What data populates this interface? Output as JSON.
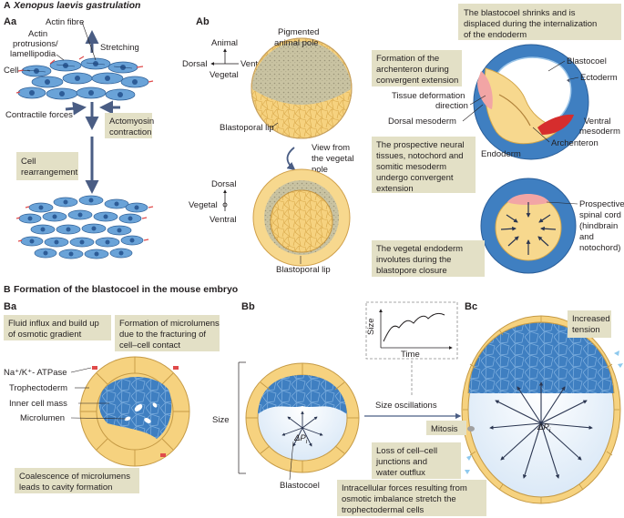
{
  "sectionA": {
    "letter": "A",
    "title": "Xenopus laevis gastrulation"
  },
  "sectionB": {
    "letter": "B",
    "title": "Formation of the blastocoel in the mouse embryo"
  },
  "panels": {
    "Aa": "Aa",
    "Ab": "Ab",
    "Ba": "Ba",
    "Bb": "Bb",
    "Bc": "Bc"
  },
  "Aa": {
    "actin_fibre": "Actin fibre",
    "actin_protrusions_1": "Actin",
    "actin_protrusions_2": "protrusions/",
    "actin_protrusions_3": "lamellipodia",
    "cell": "Cell",
    "stretching": "Stretching",
    "contractile_forces": "Contractile forces",
    "actomyosin_1": "Actomyosin",
    "actomyosin_2": "contraction",
    "cell_rearrangement_1": "Cell",
    "cell_rearrangement_2": "rearrangement"
  },
  "Ab": {
    "animal": "Animal",
    "vegetal": "Vegetal",
    "dorsal": "Dorsal",
    "ventral": "Ventral",
    "pigmented_1": "Pigmented",
    "pigmented_2": "animal pole",
    "blastoporal_lip": "Blastoporal lip",
    "view_1": "View from",
    "view_2": "the vegetal",
    "view_3": "pole",
    "dorsal2": "Dorsal",
    "vegetal2": "Vegetal",
    "ventral2": "Ventral",
    "blastoporal_lip2": "Blastoporal lip"
  },
  "Ab_right": {
    "shrink_1": "The blastocoel shrinks and is",
    "shrink_2": "displaced during the internalization",
    "shrink_3": "of the endoderm",
    "archenteron_box_1": "Formation of the",
    "archenteron_box_2": "archenteron during",
    "archenteron_box_3": "convergent extension",
    "blastocoel": "Blastocoel",
    "ectoderm": "Ectoderm",
    "tissue_def_1": "Tissue deformation",
    "tissue_def_2": "direction",
    "dorsal_mesoderm": "Dorsal mesoderm",
    "ventral_mesoderm_1": "Ventral",
    "ventral_mesoderm_2": "mesoderm",
    "archenteron": "Archenteron",
    "endoderm": "Endoderm",
    "neural_1": "The prospective neural",
    "neural_2": "tissues, notochord and",
    "neural_3": "somitic mesoderm",
    "neural_4": "undergo convergent",
    "neural_5": "extension",
    "spinal_1": "Prospective",
    "spinal_2": "spinal cord",
    "spinal_3": "(hindbrain",
    "spinal_4": "and",
    "spinal_5": "notochord)",
    "vegetal_endo_1": "The vegetal endoderm",
    "vegetal_endo_2": "involutes during the",
    "vegetal_endo_3": "blastopore closure"
  },
  "Ba": {
    "fluid_1": "Fluid influx and build up",
    "fluid_2": "of osmotic gradient",
    "microlumens_1": "Formation of microlumens",
    "microlumens_2": "due to the fracturing of",
    "microlumens_3": "cell–cell contact",
    "atpase": "Na⁺/K⁺- ATPase",
    "trophectoderm": "Trophectoderm",
    "icm": "Inner cell mass",
    "microlumen": "Microlumen",
    "coalescence_1": "Coalescence of microlumens",
    "coalescence_2": "leads to cavity formation"
  },
  "Bb": {
    "size": "Size",
    "blastocoel": "Blastocoel",
    "delta_p": "ΔP",
    "delta_sub": "i",
    "graph_y": "Size",
    "graph_x": "Time",
    "size_osc": "Size oscillations"
  },
  "Bc": {
    "increased_1": "Increased",
    "increased_2": "tension",
    "mitosis": "Mitosis",
    "loss_1": "Loss of cell–cell",
    "loss_2": "junctions and",
    "loss_3": "water outflux",
    "delta_p": "ΔP",
    "delta_sub": "i",
    "intracell_1": "Intracellular forces resulting from",
    "intracell_2": "osmotic imbalance stretch the",
    "intracell_3": "trophectodermal cells"
  },
  "colors": {
    "beige_box": "#e3e0c6",
    "cell_blue": "#2f6fb5",
    "light_blue": "#9cc5e8",
    "yellow": "#f6d27f",
    "pink": "#f0a6a6",
    "red": "#d62d2d",
    "arrow": "#4a5d84"
  }
}
